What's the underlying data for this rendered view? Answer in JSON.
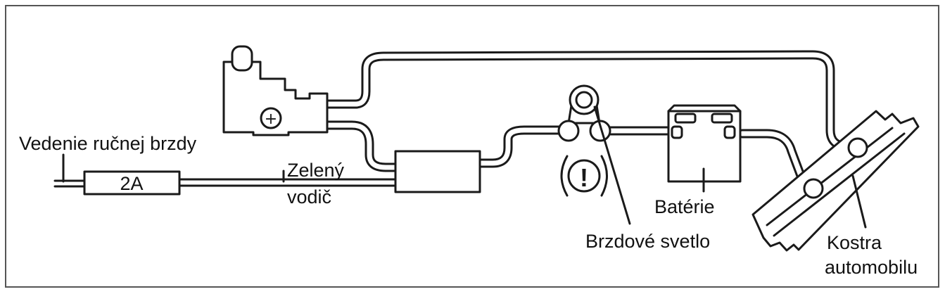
{
  "labels": {
    "handbrake_lead": "Vedenie ručnej brzdy",
    "fuse_rating": "2A",
    "green_wire_line1": "Zelený",
    "green_wire_line2": "vodič",
    "battery": "Batérie",
    "brake_light": "Brzdové svetlo",
    "chassis_line1": "Kostra",
    "chassis_line2": "automobilu"
  },
  "icons": {
    "switch_terminal": "plus-sign",
    "brake_warning": "exclamation-mark"
  },
  "colors": {
    "line": "#1a1a1a",
    "background": "#ffffff",
    "frame": "#555555"
  }
}
